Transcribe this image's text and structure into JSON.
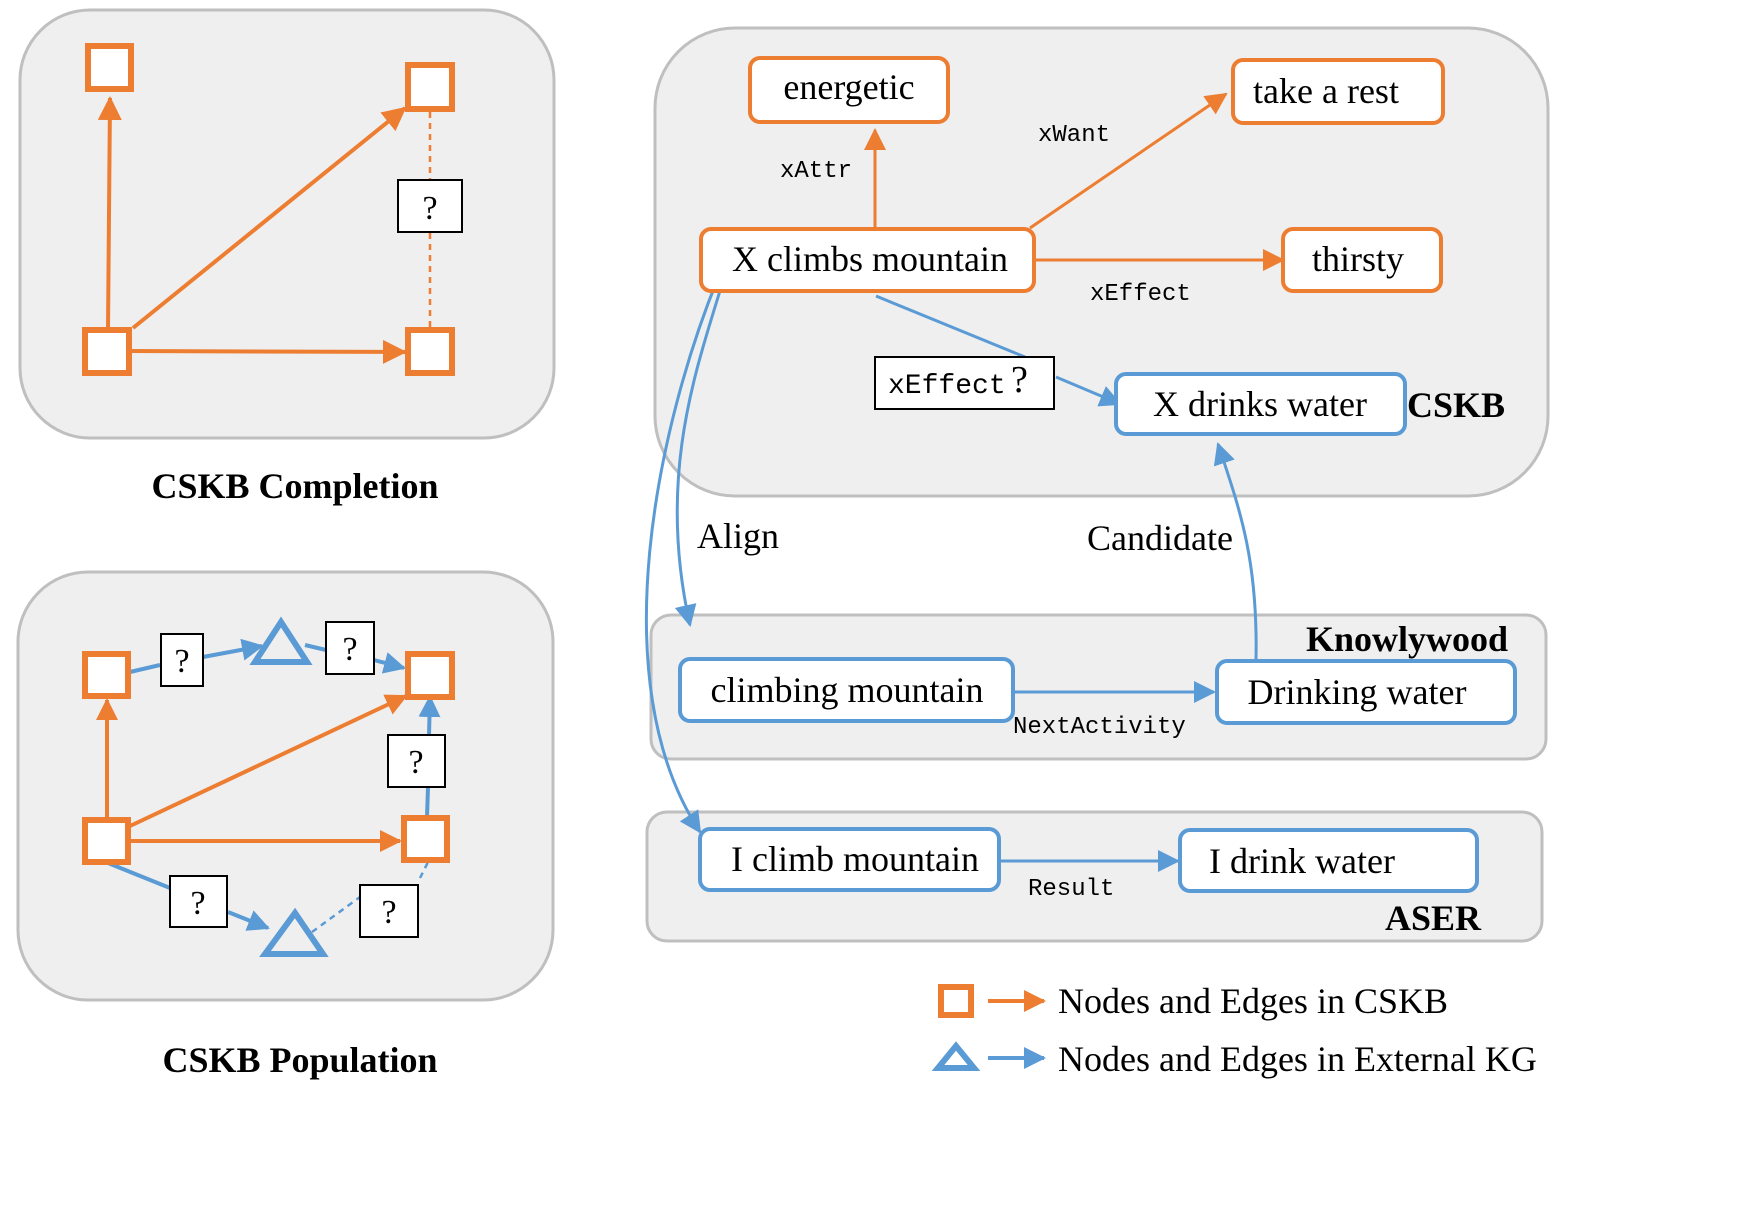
{
  "colors": {
    "cskb": "#ED7D31",
    "external": "#5B9BD5",
    "panel_fill": "#EFEFEF",
    "panel_stroke": "#BFBFBF",
    "text": "#000000"
  },
  "completion": {
    "caption": "CSKB Completion",
    "question_mark": "?"
  },
  "population": {
    "caption": "CSKB Population",
    "question_marks": [
      "?",
      "?",
      "?",
      "?",
      "?"
    ]
  },
  "cskb_panel": {
    "label": "CSKB",
    "nodes": {
      "energetic": "energetic",
      "take_a_rest": "take a rest",
      "x_climbs_mountain": "X climbs mountain",
      "thirsty": "thirsty",
      "x_drinks_water": "X drinks water"
    },
    "edges": {
      "xattr": "xAttr",
      "xwant": "xWant",
      "xeffect": "xEffect",
      "xeffect_query_text": "xEffect",
      "xeffect_query_mark": "?"
    }
  },
  "connectors": {
    "align": "Align",
    "candidate": "Candidate"
  },
  "knowlywood_panel": {
    "label": "Knowlywood",
    "nodes": {
      "climbing_mountain": "climbing mountain",
      "drinking_water": "Drinking water"
    },
    "edge": "NextActivity"
  },
  "aser_panel": {
    "label": "ASER",
    "nodes": {
      "i_climb_mountain": "I climb mountain",
      "i_drink_water": "I drink water"
    },
    "edge": "Result"
  },
  "legend": {
    "cskb": "Nodes and Edges in CSKB",
    "external": "Nodes and Edges in External KG"
  }
}
